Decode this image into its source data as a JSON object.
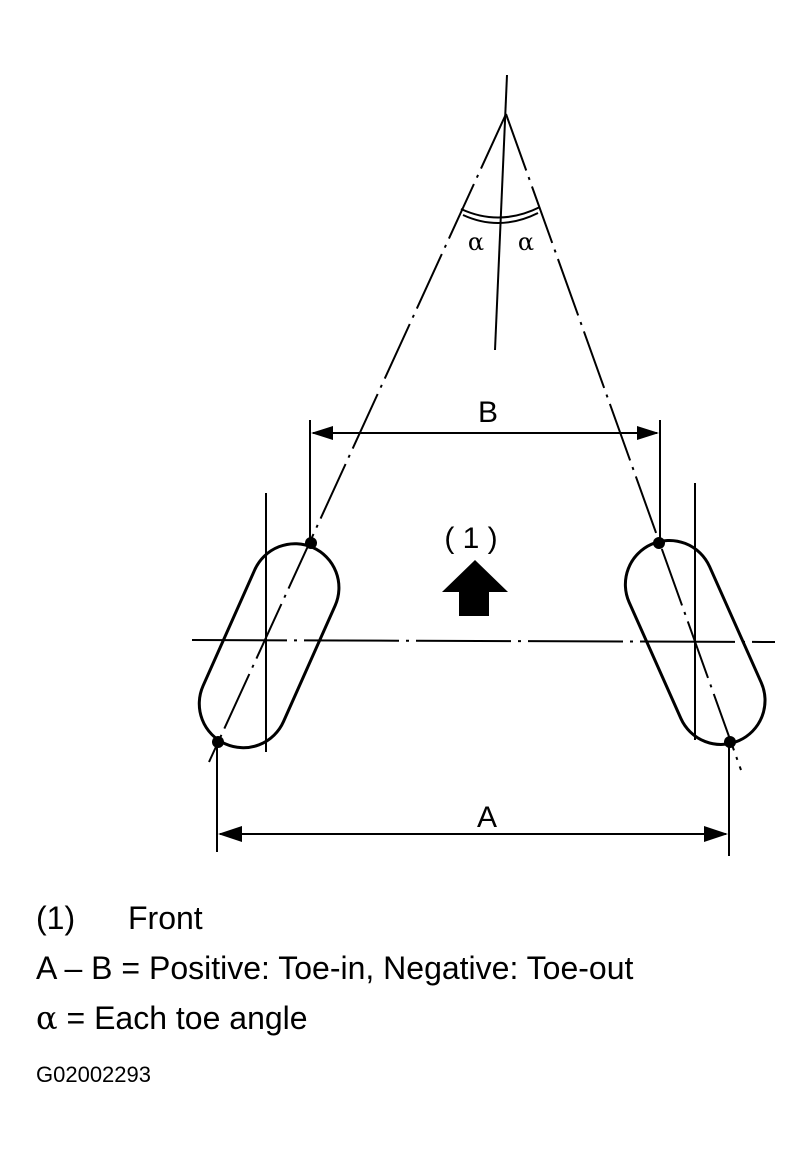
{
  "diagram": {
    "label_a": "A",
    "label_b": "B",
    "label_front_marker": "( 1 )",
    "angle_symbol": "α"
  },
  "legend": {
    "front_key": "(1)",
    "front_text": "Front",
    "a_minus_b": "A – B = Positive: Toe-in, Negative: Toe-out",
    "alpha_symbol": "α",
    "alpha_text": "= Each toe angle"
  },
  "figure_id": "G02002293",
  "colors": {
    "ink": "#000000",
    "background": "#ffffff"
  }
}
